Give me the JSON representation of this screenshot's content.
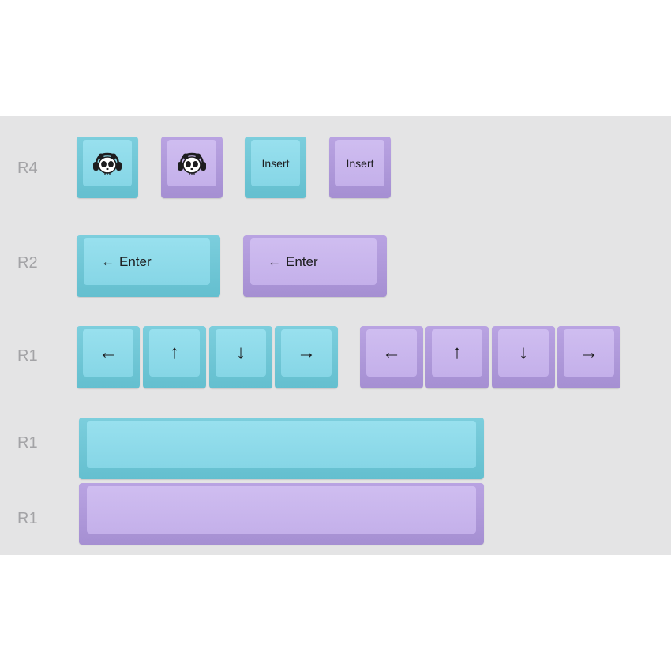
{
  "row_labels": [
    "R4",
    "R2",
    "R1",
    "R1",
    "R1"
  ],
  "keys": {
    "insert_label": "Insert",
    "enter_label": "Enter",
    "enter_arrow": "←",
    "left_arrow": "←",
    "up_arrow": "↑",
    "down_arrow": "↓",
    "right_arrow": "→"
  },
  "colors": {
    "blue_keycap": "#86d6e6",
    "purple_keycap": "#c4b0ea",
    "panel_background": "#e4e4e5",
    "label_gray": "#a3a3a6"
  },
  "icons": [
    "panda-headphones-icon"
  ]
}
